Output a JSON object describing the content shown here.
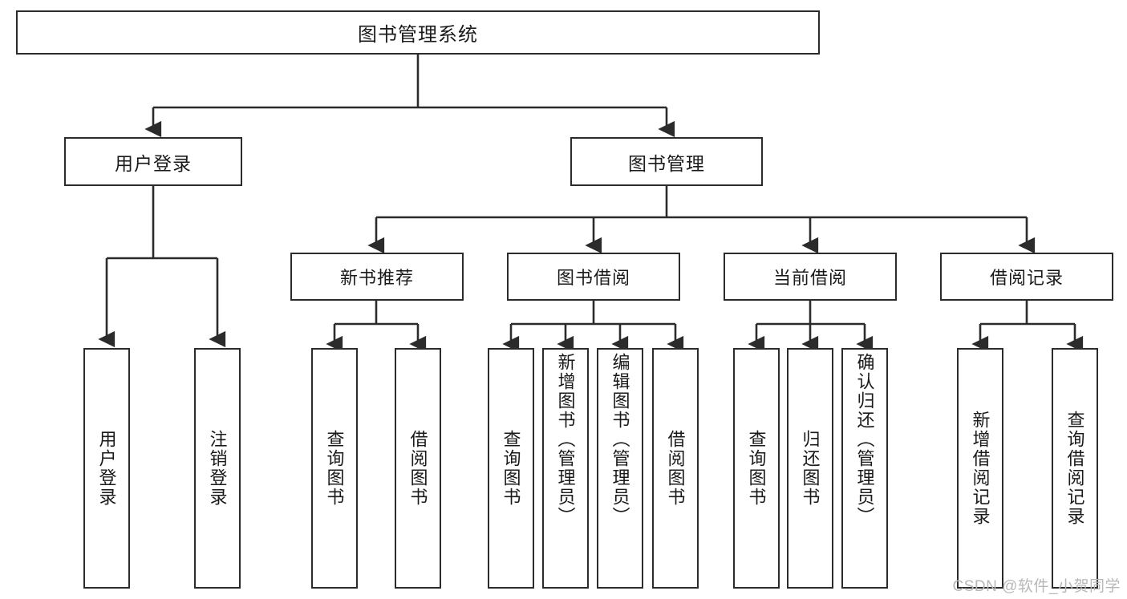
{
  "diagram": {
    "title": "图书管理系统",
    "type": "tree-hierarchy-diagram",
    "colors": {
      "box_border": "#2b2b2b",
      "box_fill": "#ffffff",
      "edge": "#2b2b2b",
      "text": "#1a1a1a",
      "watermark": "#b8b8b8",
      "background": "#ffffff"
    },
    "root": {
      "label": "图书管理系统"
    },
    "level1": [
      {
        "label": "用户登录"
      },
      {
        "label": "图书管理"
      }
    ],
    "level2": [
      {
        "label": "新书推荐"
      },
      {
        "label": "图书借阅"
      },
      {
        "label": "当前借阅"
      },
      {
        "label": "借阅记录"
      }
    ],
    "leaves": {
      "user_login": [
        {
          "label": "用户登录"
        },
        {
          "label": "注销登录"
        }
      ],
      "new_book_recommend": [
        {
          "label": "查询图书"
        },
        {
          "label": "借阅图书"
        }
      ],
      "book_borrow": [
        {
          "label": "查询图书"
        },
        {
          "label": "新增图书（管理员）"
        },
        {
          "label": "编辑图书（管理员）"
        },
        {
          "label": "借阅图书"
        }
      ],
      "current_borrow": [
        {
          "label": "查询图书"
        },
        {
          "label": "归还图书"
        },
        {
          "label": "确认归还（管理员）"
        }
      ],
      "borrow_record": [
        {
          "label": "新增借阅记录"
        },
        {
          "label": "查询借阅记录"
        }
      ]
    },
    "watermark": "CSDN @软件_小贺同学"
  }
}
